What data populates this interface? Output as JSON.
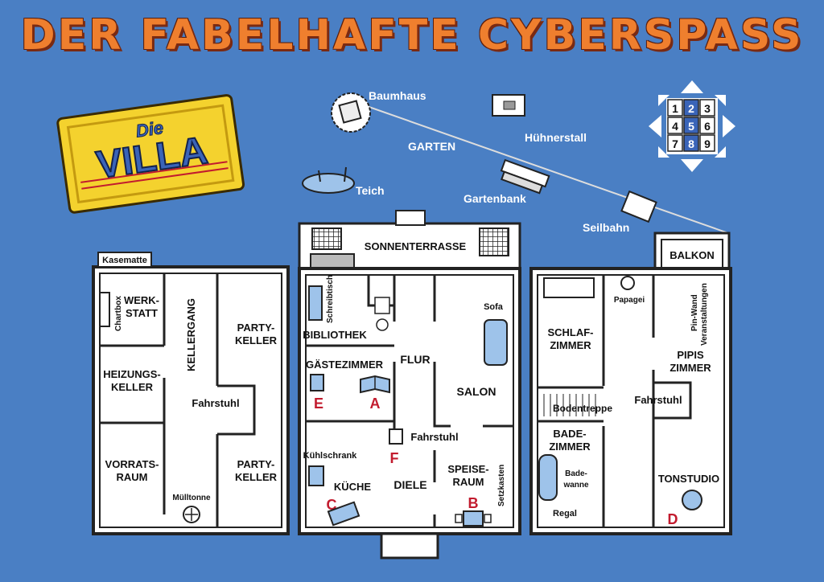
{
  "title": "DER FABELHAFTE CYBERSPASS",
  "logo": {
    "small": "Die",
    "big": "VILLA"
  },
  "garden": {
    "baumhaus": "Baumhaus",
    "garten": "GARTEN",
    "huehnerstall": "Hühnerstall",
    "gartenbank": "Gartenbank",
    "teich": "Teich",
    "seilbahn": "Seilbahn"
  },
  "keypad": [
    "1",
    "2",
    "3",
    "4",
    "5",
    "6",
    "7",
    "8",
    "9"
  ],
  "cellar": {
    "kasematte": "Kasematte",
    "chartbox": "Chartbox",
    "werkstatt": [
      "WERK-",
      "STATT"
    ],
    "kellergang": "KELLERGANG",
    "partykeller_top": [
      "PARTY-",
      "KELLER"
    ],
    "heizungskeller": [
      "HEIZUNGS-",
      "KELLER"
    ],
    "fahrstuhl": "Fahrstuhl",
    "vorratsraum": [
      "VORRATS-",
      "RAUM"
    ],
    "partykeller_bottom": [
      "PARTY-",
      "KELLER"
    ],
    "muelltonne": "Mülltonne"
  },
  "ground": {
    "sonnenterrasse": "SONNENTERRASSE",
    "schreibtisch": "Schreibtisch",
    "bibliothek": "BIBLIOTHEK",
    "gaestezimmer": "GÄSTEZIMMER",
    "flur": "FLUR",
    "sofa": "Sofa",
    "salon": "SALON",
    "fahrstuhl": "Fahrstuhl",
    "kuehlschrank": "Kühlschrank",
    "kueche": "KÜCHE",
    "diele": "DIELE",
    "speiseraum": [
      "SPEISE-",
      "RAUM"
    ],
    "setzkasten": "Setzkasten",
    "markers": {
      "a": "A",
      "b": "B",
      "c": "C",
      "e": "E",
      "f": "F"
    }
  },
  "upper": {
    "balkon": "BALKON",
    "papagei": "Papagei",
    "schlafzimmer": [
      "SCHLAF-",
      "ZIMMER"
    ],
    "pinwand": [
      "Pin-Wand",
      "Veranstaltungen"
    ],
    "pipiszimmer": [
      "PIPIS",
      "ZIMMER"
    ],
    "bodentreppe": "Bodentreppe",
    "fahrstuhl": "Fahrstuhl",
    "badezimmer": [
      "BADE-",
      "ZIMMER"
    ],
    "badewanne": [
      "Bade-",
      "wanne"
    ],
    "regal": "Regal",
    "tonstudio": "TONSTUDIO",
    "marker_d": "D"
  },
  "colors": {
    "background": "#4a7fc4",
    "title": "#ef7f2e",
    "marker": "#c21b2e",
    "logo_yellow": "#f4d22e",
    "logo_blue": "#3a64b8"
  }
}
